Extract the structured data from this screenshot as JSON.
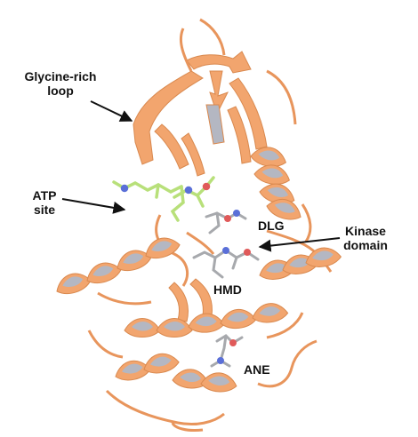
{
  "figure": {
    "labels": {
      "glycine_loop_line1": "Glycine-rich",
      "glycine_loop_line2": "loop",
      "atp_line1": "ATP",
      "atp_line2": "site",
      "dlg": "DLG",
      "kinase_line1": "Kinase",
      "kinase_line2": "domain",
      "hmd": "HMD",
      "ane": "ANE"
    },
    "colors": {
      "ribbon": "#f2a56e",
      "ribbon_edge": "#d9894f",
      "ribbon_inner": "#b4b7c2",
      "ligand": "#b8e07a",
      "stick_grey": "#a7a9ad",
      "stick_red": "#e05a5a",
      "stick_blue": "#5a6fd8",
      "arrow": "#111111"
    }
  }
}
